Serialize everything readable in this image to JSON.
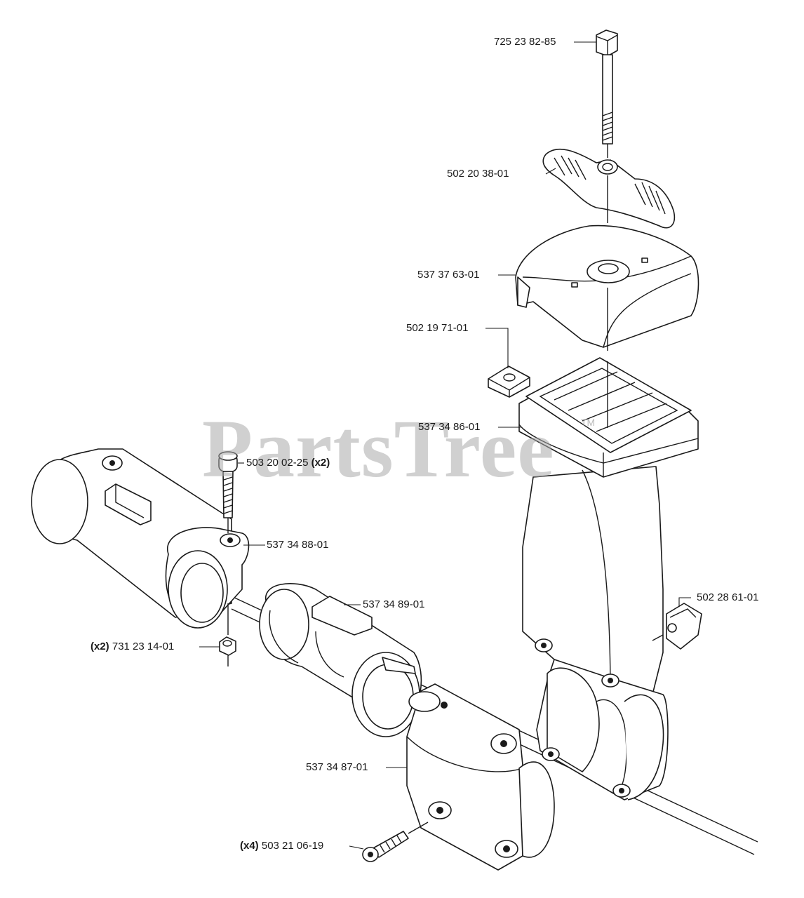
{
  "parts": [
    {
      "id": "bolt_top",
      "number": "725 23 82-85",
      "qty": ""
    },
    {
      "id": "wing_knob",
      "number": "502 20 38-01",
      "qty": ""
    },
    {
      "id": "cover",
      "number": "537 37 63-01",
      "qty": ""
    },
    {
      "id": "square_nut",
      "number": "502 19 71-01",
      "qty": ""
    },
    {
      "id": "handle_bracket",
      "number": "537 34 86-01",
      "qty": ""
    },
    {
      "id": "screw",
      "number": "503 20 02-25",
      "qty": "(x2)"
    },
    {
      "id": "clamp",
      "number": "537 34 88-01",
      "qty": ""
    },
    {
      "id": "sleeve",
      "number": "537 34 89-01",
      "qty": ""
    },
    {
      "id": "clip",
      "number": "502 28 61-01",
      "qty": ""
    },
    {
      "id": "nut_small",
      "number": "731 23 14-01",
      "qty": "(x2)"
    },
    {
      "id": "tube_clamp",
      "number": "537 34 87-01",
      "qty": ""
    },
    {
      "id": "screw_flange",
      "number": "503 21 06-19",
      "qty": "(x4)"
    }
  ],
  "watermark": {
    "text": "PartsTree",
    "mark": "TM"
  }
}
